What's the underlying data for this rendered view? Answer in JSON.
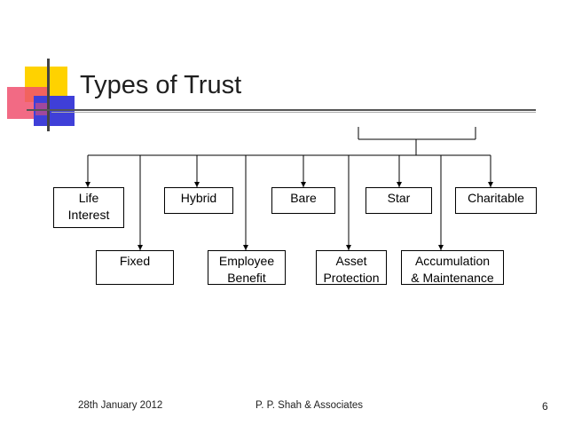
{
  "slide": {
    "title": "Types of Trust"
  },
  "trust_types": [
    {
      "line1": "Life",
      "line2": "Interest"
    },
    {
      "line1": "Fixed",
      "line2": ""
    },
    {
      "line1": "Hybrid",
      "line2": ""
    },
    {
      "line1": "Employee",
      "line2": "Benefit"
    },
    {
      "line1": "Bare",
      "line2": ""
    },
    {
      "line1": "Asset",
      "line2": "Protection"
    },
    {
      "line1": "Star",
      "line2": ""
    },
    {
      "line1": "Accumulation",
      "line2": "& Maintenance"
    },
    {
      "line1": "Charitable",
      "line2": ""
    }
  ],
  "footer": {
    "date": "28th January 2012",
    "firm": "P. P. Shah & Associates",
    "page_number": "6"
  },
  "colors": {
    "accent_yellow": "#ffd200",
    "accent_red": "#f0506e",
    "accent_blue": "#3f3fd8"
  }
}
